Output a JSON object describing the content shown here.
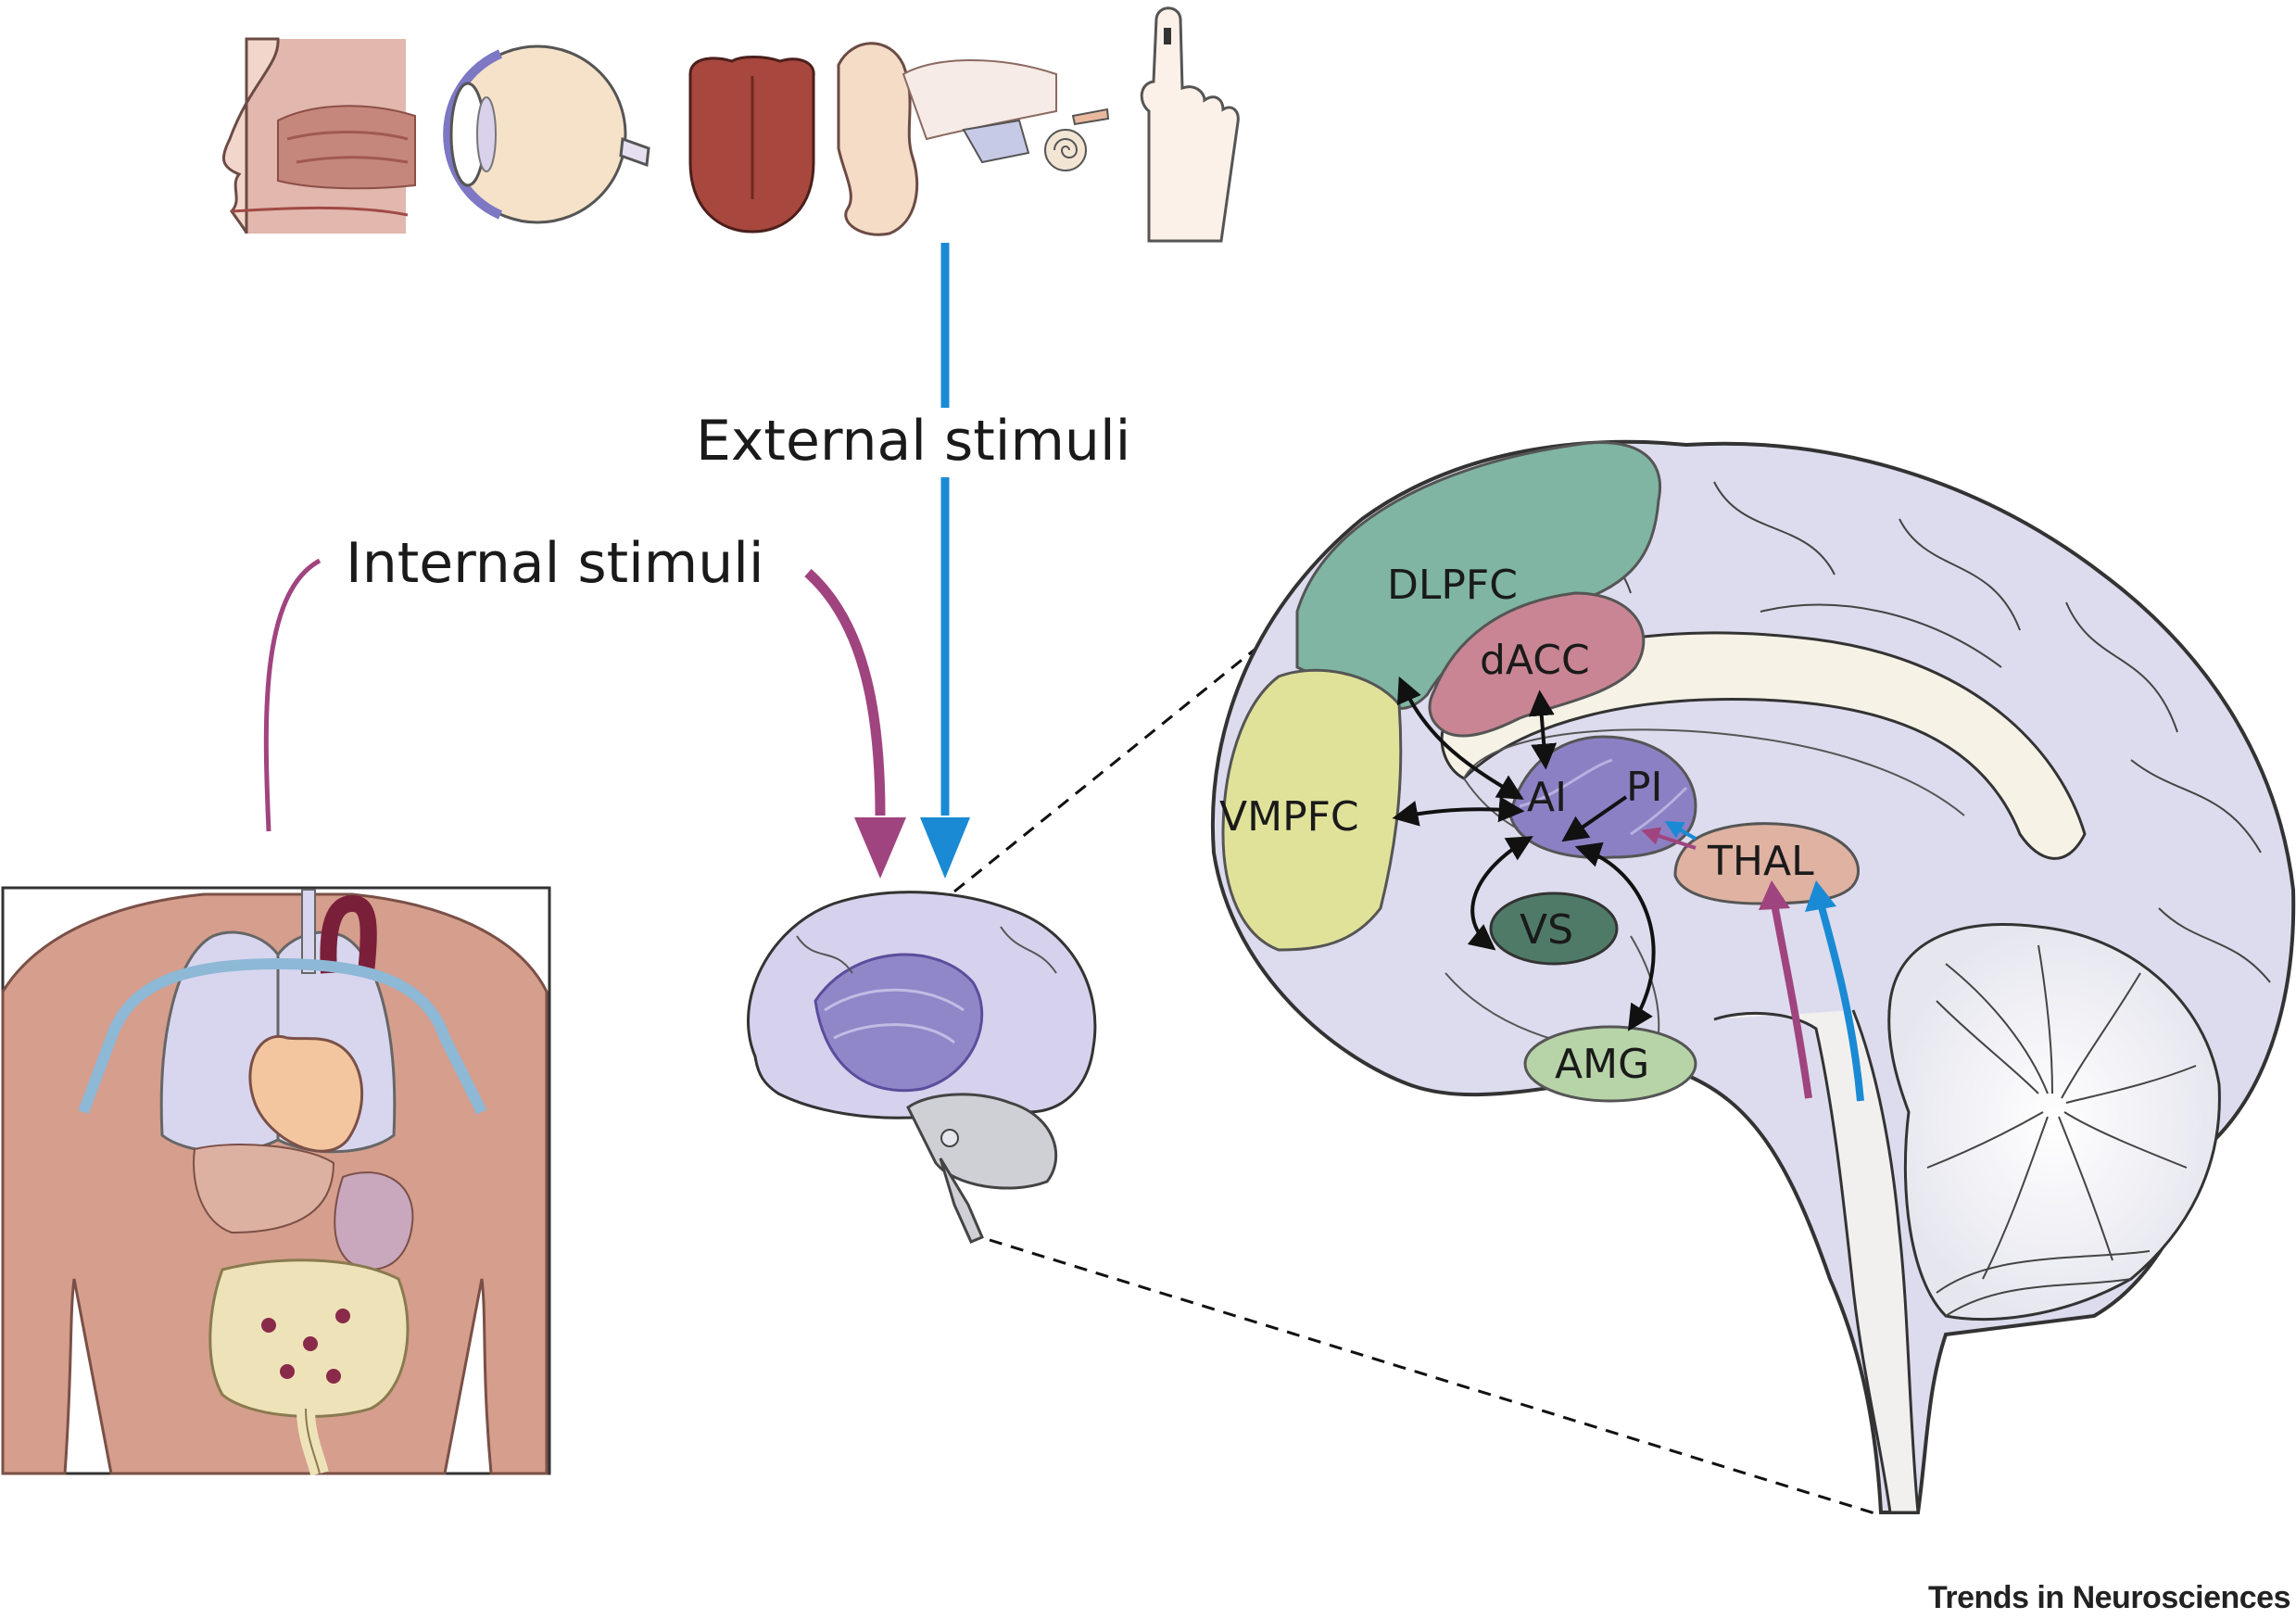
{
  "labels": {
    "external": "External stimuli",
    "internal": "Internal stimuli"
  },
  "regions": {
    "dlpfc": "DLPFC",
    "dacc": "dACC",
    "vmpfc": "VMPFC",
    "ai": "AI",
    "pi": "PI",
    "thal": "THAL",
    "vs": "VS",
    "amg": "AMG"
  },
  "credit": "Trends in Neurosciences",
  "colors": {
    "external_arrow": "#1a8ad4",
    "internal_arrow": "#a0447f",
    "brain_fill": "#dcdcee",
    "dlpfc": "#7fb5a2",
    "dacc": "#c98593",
    "vmpfc": "#e0e29a",
    "insula": "#8c80c4",
    "thal": "#dfb2a2",
    "vs": "#4f7a68",
    "amg": "#b7d3a8"
  },
  "icons": [
    "nose-icon",
    "eye-icon",
    "tongue-icon",
    "ear-icon",
    "finger-icon",
    "torso-organs-icon",
    "brain-icon",
    "brain-sagittal-icon"
  ]
}
